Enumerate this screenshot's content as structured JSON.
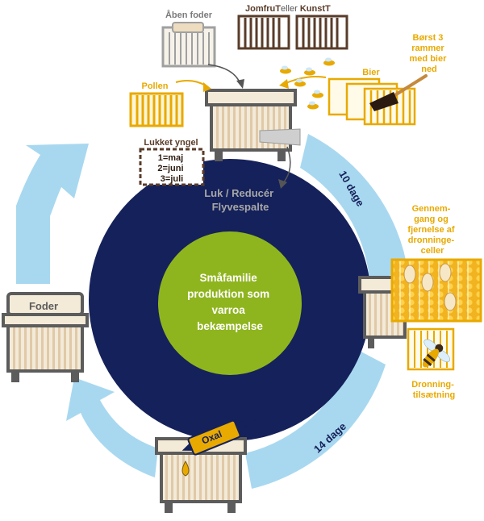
{
  "center": {
    "line1": "Småfamilie",
    "line2": "produktion som",
    "line3": "varroa",
    "line4": "bekæmpelse"
  },
  "labels": {
    "aaben_foder": "Åben foder",
    "jomfru": "JomfruT",
    "eller": "eller",
    "kunst": "KunstT",
    "borst_line1": "Børst 3",
    "borst_line2": "rammer",
    "borst_line3": "med bier",
    "borst_line4": "ned",
    "bier": "Bier",
    "pollen": "Pollen",
    "lukket_yngel": "Lukket yngel",
    "yngel_1": "1=maj",
    "yngel_2": "2=juni",
    "yngel_3": "3=juli",
    "luk_line1": "Luk / Reducér",
    "luk_line2": "Flyvespalte",
    "ti_dage": "10 dage",
    "gennem_line1": "Gennem-",
    "gennem_line2": "gang og",
    "gennem_line3": "fjernelse af",
    "gennem_line4": "dronninge-",
    "gennem_line5": "celler",
    "dronning_line1": "Dronning-",
    "dronning_line2": "tilsætning",
    "fjorten_dage": "14 dage",
    "oxal": "Oxal",
    "foder": "Foder"
  },
  "colors": {
    "navy": "#15215a",
    "green": "#8fb51e",
    "arrow_blue": "#a8d8f0",
    "gold": "#e8a900",
    "brown": "#5a3c2a",
    "grey_frame": "#9a9a9a",
    "hive_grey": "#5c5c5c",
    "hive_cream": "#f3ead8"
  }
}
